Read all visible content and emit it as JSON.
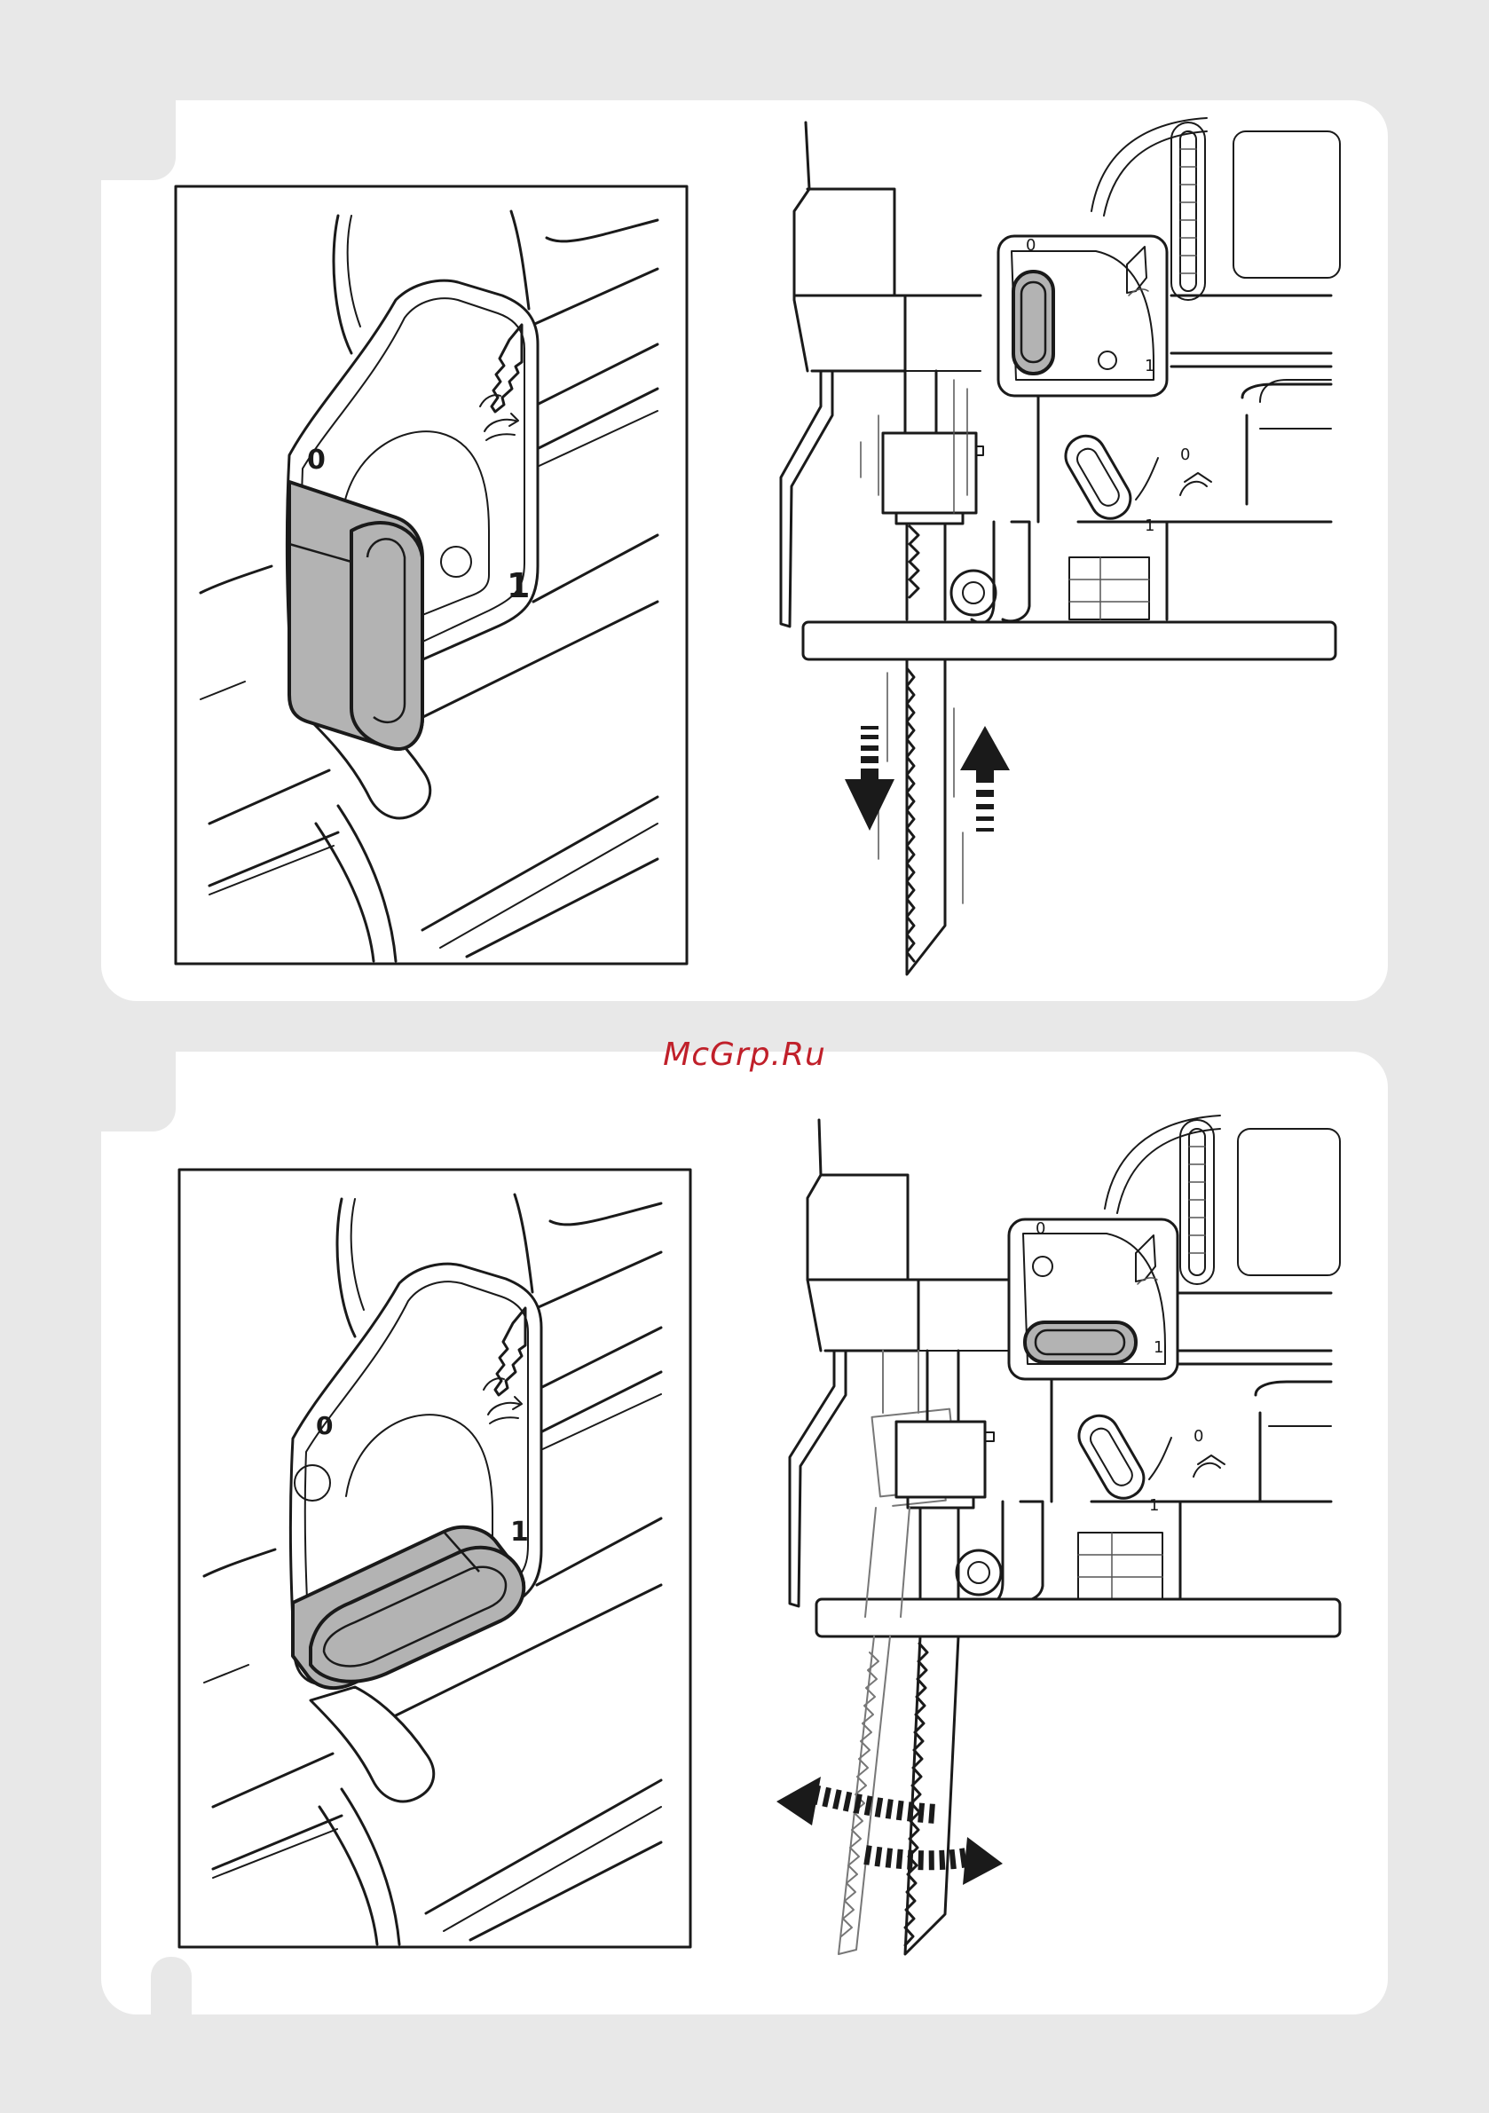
{
  "watermark": "McGrp.Ru",
  "figures": [
    {
      "id": "mode-linear",
      "dial_labels": {
        "off": "0",
        "on": "1"
      },
      "lever_labels": {
        "off": "0",
        "on": "1"
      },
      "knob_position": "vertical",
      "blade_motion": "up-down",
      "icons": [
        "saw-blade-icon",
        "orbital-rotation-icon"
      ]
    },
    {
      "id": "mode-orbital",
      "dial_labels": {
        "off": "0",
        "on": "1"
      },
      "lever_labels": {
        "off": "0",
        "on": "1"
      },
      "knob_position": "horizontal",
      "blade_motion": "orbital-swing",
      "icons": [
        "saw-blade-icon",
        "orbital-rotation-icon"
      ]
    }
  ],
  "colors": {
    "knob": "#b3b3b3",
    "ink": "#1a1a1a",
    "panel": "#ffffff",
    "background": "#e8e8e8",
    "watermark": "#c0202a"
  }
}
